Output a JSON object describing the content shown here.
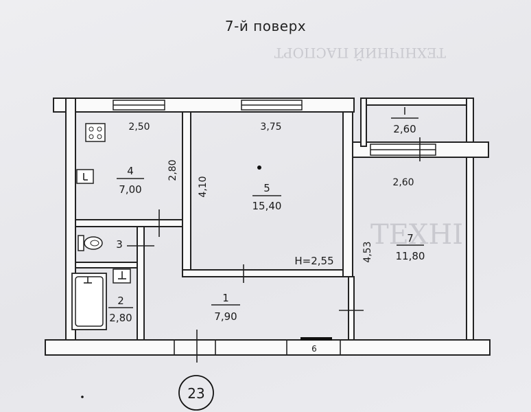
{
  "floor_title": "7-й поверх",
  "stamp_number": "23",
  "height_label": "H=2,55",
  "balcony": {
    "number": "I",
    "area": "2,60"
  },
  "rooms": [
    {
      "number": "4",
      "area": "7,00"
    },
    {
      "number": "5",
      "area": "15,40"
    },
    {
      "number": "3",
      "area": ""
    },
    {
      "number": "2",
      "area": "2,80"
    },
    {
      "number": "1",
      "area": "7,90"
    },
    {
      "number": "7",
      "area": "11,80"
    }
  ],
  "dimensions": {
    "kitchen_width": "2,50",
    "kitchen_depth": "2,80",
    "room5_width": "3,75",
    "room5_depth": "4,10",
    "room7_width": "2,60",
    "room7_depth": "4,53"
  },
  "entrance_mark": "6"
}
